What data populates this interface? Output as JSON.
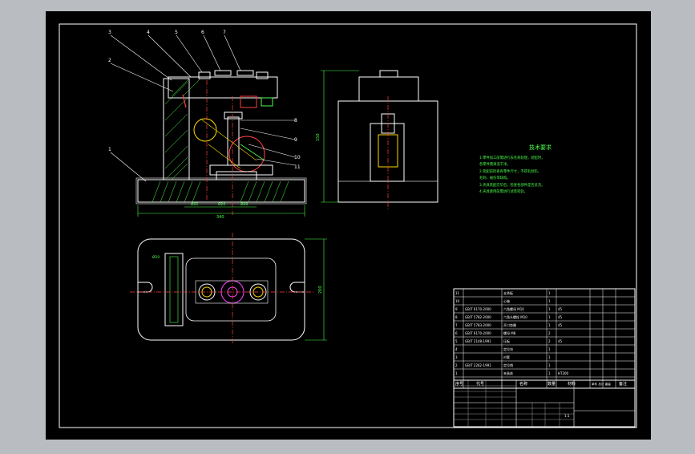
{
  "part_numbers": [
    "1",
    "2",
    "3",
    "4",
    "5",
    "6",
    "7",
    "8",
    "9",
    "10",
    "11"
  ],
  "front_view": {
    "dim_overall": "340",
    "dim_left": "Ø65",
    "dim_mid": "Ø20",
    "dim_right": "Ø68"
  },
  "side_view": {
    "dim_height": "150"
  },
  "top_view": {
    "dim_side": "200",
    "dim_tag": "Ø20"
  },
  "tech_req": {
    "title": "技术要求",
    "lines": [
      "1.零件加工前需进行去毛刺处理，装配时，",
      "各零件需清洗干净。",
      "2.装配前检查各零件尺寸，不得有划伤、",
      "毛刺、碰伤等缺陷。",
      "3.夹具装配完毕后，检查各部件是否灵活。",
      "4.夹具使用前需进行试装检验。"
    ]
  },
  "bom": {
    "rows": [
      {
        "no": "11",
        "code": "",
        "name": "支承板",
        "qty": "1",
        "material": "",
        "note": ""
      },
      {
        "no": "10",
        "code": "",
        "name": "心轴",
        "qty": "1",
        "material": "",
        "note": ""
      },
      {
        "no": "9",
        "code": "GB/T 6170-2000",
        "name": "六角螺母 M10",
        "qty": "1",
        "material": "45",
        "note": ""
      },
      {
        "no": "8",
        "code": "GB/T 5782-2000",
        "name": "六角头螺栓 M10",
        "qty": "1",
        "material": "45",
        "note": ""
      },
      {
        "no": "7",
        "code": "GB/T 5783-2000",
        "name": "开口垫圈",
        "qty": "1",
        "material": "45",
        "note": ""
      },
      {
        "no": "6",
        "code": "GB/T 6170-2000",
        "name": "螺母 M8",
        "qty": "2",
        "material": "",
        "note": ""
      },
      {
        "no": "5",
        "code": "GB/T 2148-1991",
        "name": "压板",
        "qty": "2",
        "material": "45",
        "note": ""
      },
      {
        "no": "4",
        "code": "",
        "name": "定位块",
        "qty": "1",
        "material": "",
        "note": ""
      },
      {
        "no": "3",
        "code": "",
        "name": "衬套",
        "qty": "1",
        "material": "",
        "note": ""
      },
      {
        "no": "2",
        "code": "GB/T 2262-1991",
        "name": "定位销",
        "qty": "1",
        "material": "",
        "note": ""
      },
      {
        "no": "1",
        "code": "",
        "name": "夹具体",
        "qty": "1",
        "material": "HT200",
        "note": ""
      }
    ],
    "header": {
      "no": "序号",
      "code": "代号",
      "name": "名称",
      "qty": "数量",
      "material": "材料",
      "weight": "单件 总计 重量",
      "note": "备注"
    }
  },
  "title_block": {
    "scale": "1:1"
  }
}
